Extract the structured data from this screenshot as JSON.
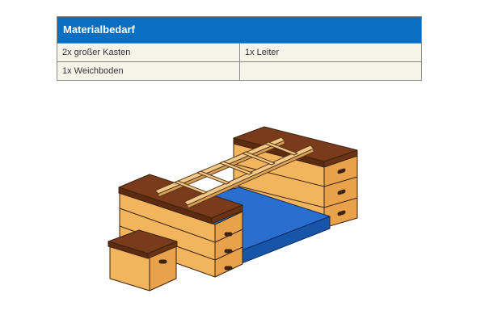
{
  "table": {
    "title": "Materialbedarf",
    "rows": [
      [
        "2x großer Kasten",
        "1x Leiter"
      ],
      [
        "1x Weichboden",
        ""
      ]
    ]
  },
  "colors": {
    "header_bg": "#0a6fc0",
    "header_text": "#ffffff",
    "row_bg": "#f4f4e8",
    "grid": "#8a8a8a",
    "mat_top": "#2a6fd0",
    "box_wood": "#f2b45c",
    "box_lid": "#7a3a1c",
    "ladder_wood": "#f3c98a"
  },
  "illustration": {
    "objects": [
      "large-vaulting-box",
      "large-vaulting-box",
      "gym-mat",
      "ladder",
      "small-box"
    ]
  }
}
